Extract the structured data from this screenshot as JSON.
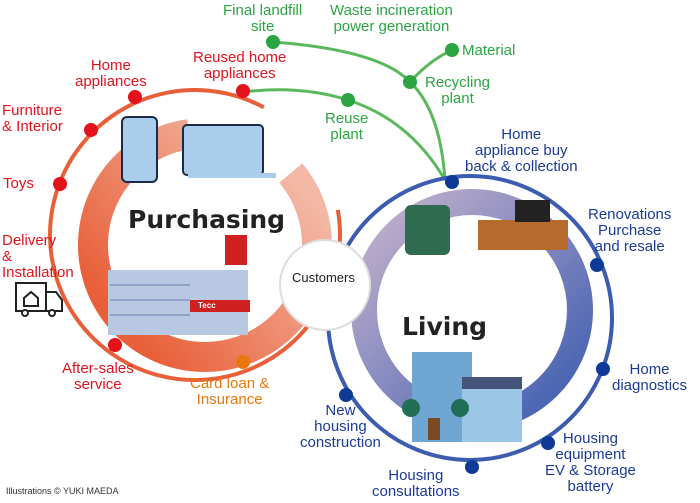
{
  "purchasing": {
    "title": "Purchasing",
    "items": [
      "Home\nappliances",
      "Furniture\n& Interior",
      "Toys",
      "Delivery\n&\nInstallation",
      "After-sales\nservice",
      "Reused home\nappliances"
    ],
    "finance": "Card loan &\nInsurance"
  },
  "customers": "Customers",
  "living": {
    "title": "Living",
    "items": [
      "Home\nappliance buy\nback & collection",
      "Renovations\nPurchase\nand resale",
      "Home\ndiagnostics",
      "Housing\nequipment\nEV & Storage\nbattery",
      "Housing\nconsultations",
      "New\nhousing\nconstruction"
    ]
  },
  "recycling": {
    "items": [
      "Final landfill\nsite",
      "Waste incineration\npower generation",
      "Material",
      "Recycling\nplant",
      "Reuse\nplant"
    ]
  },
  "store_sign": "Tecc",
  "credit": "Illustrations © YUKI MAEDA",
  "colors": {
    "red": "#e3121b",
    "green": "#2aa542",
    "blue": "#1b3a9a",
    "orange": "#e8780d"
  }
}
